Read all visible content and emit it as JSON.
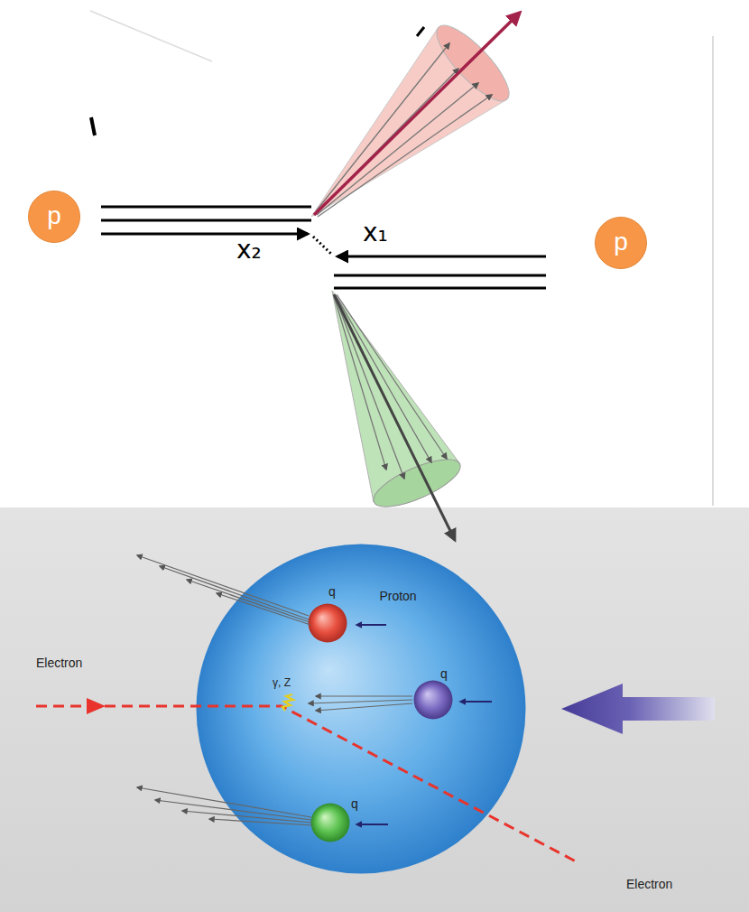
{
  "diagram": {
    "nodes": [
      {
        "text": [
          "p"
        ]
      },
      {
        "text": [
          "p"
        ]
      },
      {
        "text": [
          "Proton"
        ]
      },
      {
        "text": [
          "q"
        ],
        "in": 2
      },
      {
        "text": [
          "q"
        ],
        "in": 2
      },
      {
        "text": [
          "q"
        ],
        "in": 2
      }
    ],
    "labels": [
      "x₁",
      "x₂",
      "γ, Z",
      "Electron",
      "Electron"
    ]
  }
}
